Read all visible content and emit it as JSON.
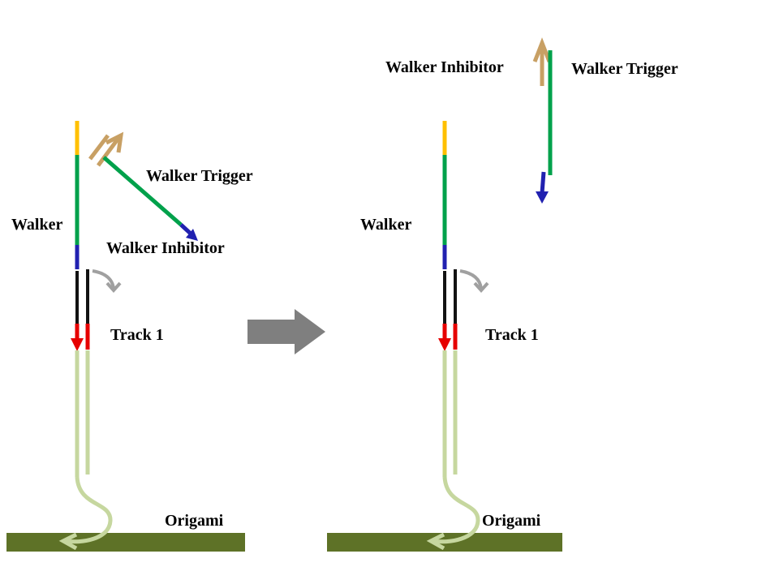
{
  "left_panel": {
    "walker_label": "Walker",
    "walker_trigger_label": "Walker Trigger",
    "walker_inhibitor_label": "Walker Inhibitor",
    "track_label": "Track 1",
    "origami_label": "Origami"
  },
  "right_panel": {
    "walker_label": "Walker",
    "walker_inhibitor_label": "Walker Inhibitor",
    "walker_trigger_label": "Walker Trigger",
    "track_label": "Track 1",
    "origami_label": "Origami"
  },
  "colors": {
    "toehold_yellow": "#FFC000",
    "walker_green": "#00A14B",
    "inhibitor_blue": "#2121B0",
    "track_black": "#121212",
    "track_red": "#E60000",
    "trigger_tan": "#C8A064",
    "origami_strand": "#C6D79F",
    "origami_bar": "#5E7227",
    "transition_arrow": "#7F7F7F",
    "step_arrow": "#A0A0A0",
    "text": "#000000",
    "background": "#FFFFFF"
  }
}
